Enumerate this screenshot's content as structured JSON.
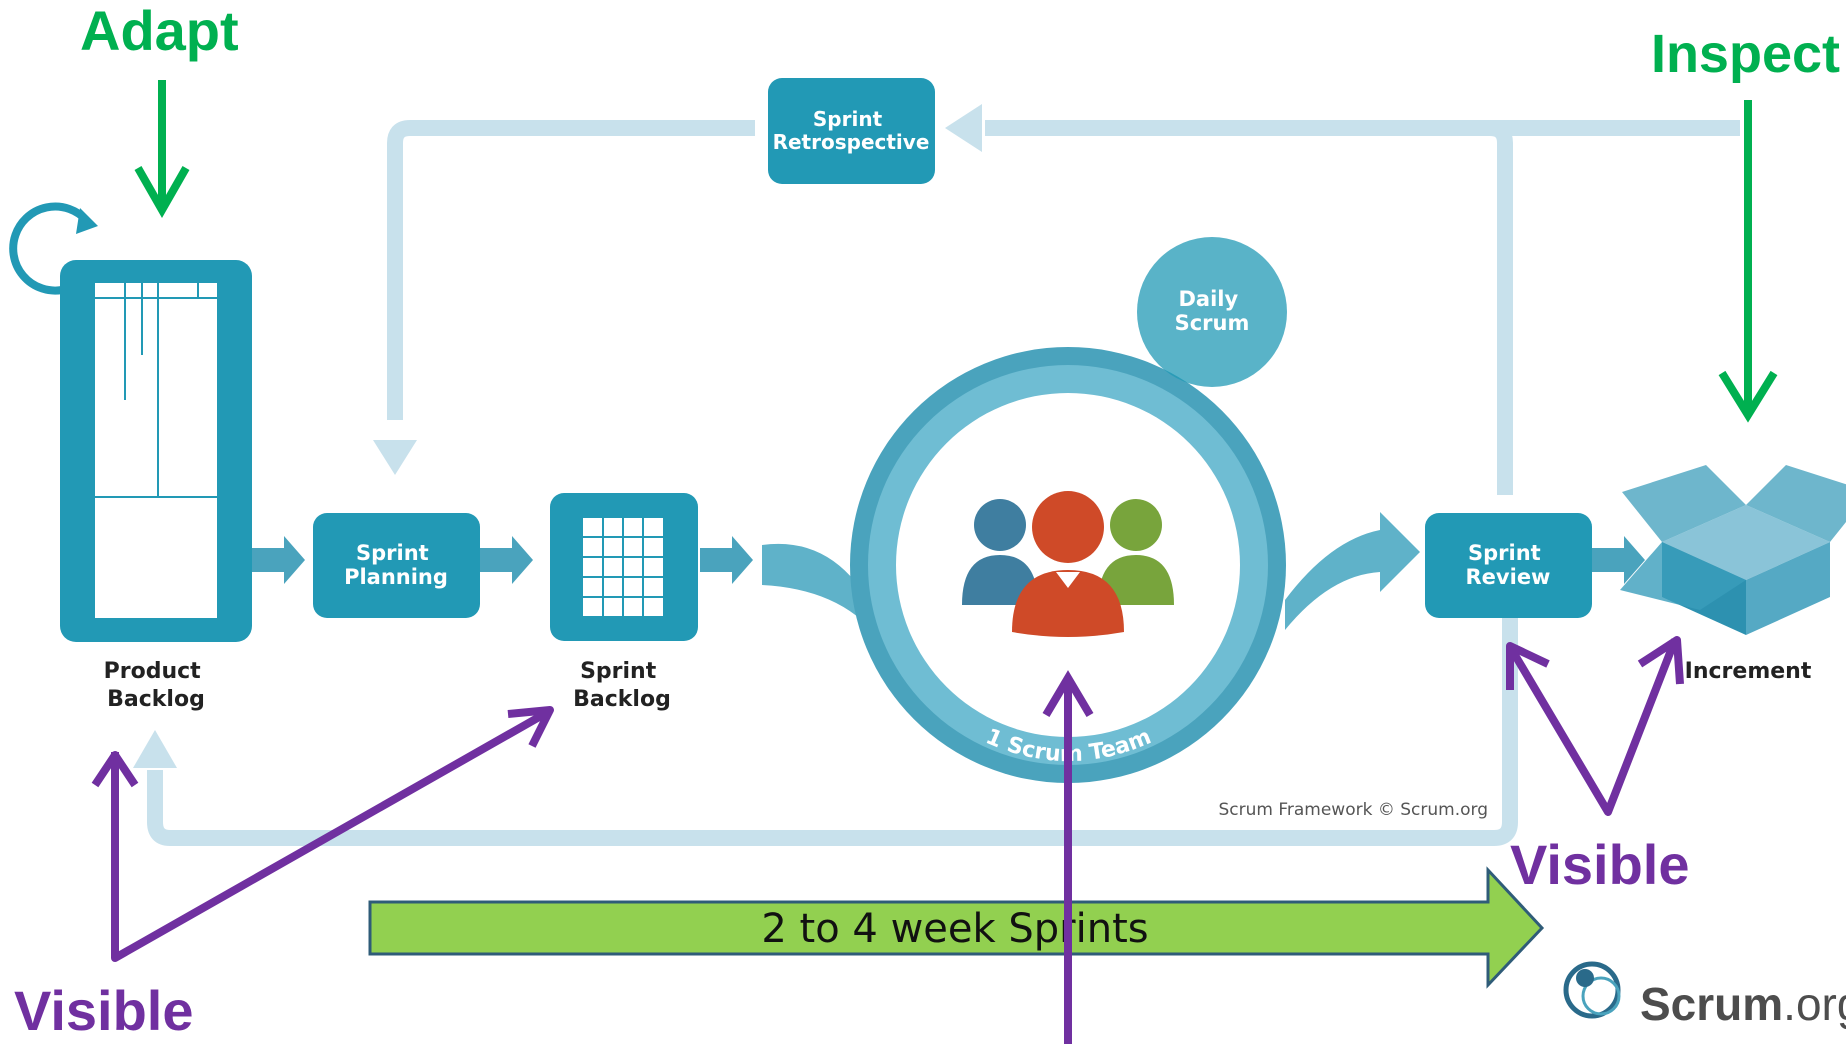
{
  "annotations": {
    "adapt": "Adapt",
    "inspect": "Inspect",
    "visible_left": "Visible",
    "visible_right": "Visible"
  },
  "sprint_bar": {
    "label": "2 to 4 week Sprints"
  },
  "boxes": {
    "retrospective": [
      "Sprint",
      "Retrospective"
    ],
    "planning": [
      "Sprint",
      "Planning"
    ],
    "review": [
      "Sprint",
      "Review"
    ],
    "daily": [
      "Daily",
      "Scrum"
    ]
  },
  "artifacts": {
    "product_backlog": [
      "Product",
      "Backlog"
    ],
    "sprint_backlog": [
      "Sprint",
      "Backlog"
    ],
    "increment": "Increment"
  },
  "team": {
    "label": "1 Scrum Team"
  },
  "credit": "Scrum Framework © Scrum.org",
  "logo": {
    "name": "Scrum",
    "suffix": ".org"
  },
  "colors": {
    "teal": "#2299b5",
    "teal_dark": "#1c87a1",
    "light_blue": "#c8e1ec",
    "green_text": "#00b050",
    "purple": "#7030a0",
    "bar_green": "#92d050",
    "bar_border": "#2f5c78",
    "person_orange": "#cf4a28",
    "person_green": "#78a43c",
    "person_blue": "#3f7ea0"
  }
}
